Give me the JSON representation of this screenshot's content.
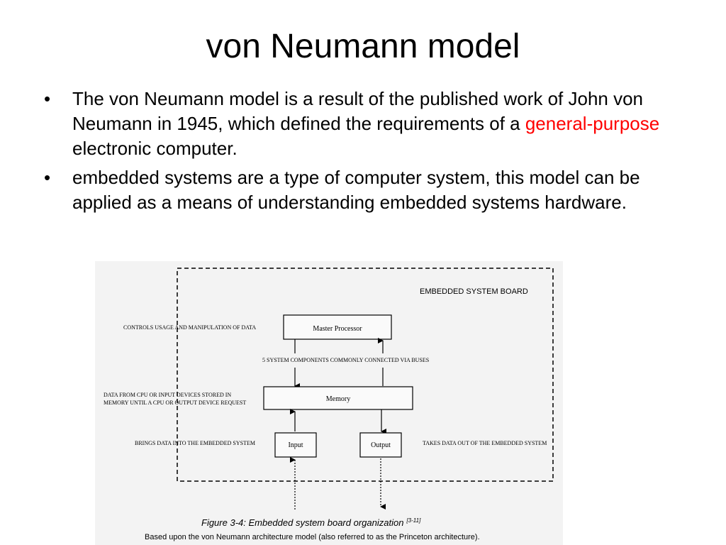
{
  "slide": {
    "title": "von Neumann model",
    "bullets": [
      {
        "before": " The von Neumann model is a result of the published work of John von Neumann in 1945, which defined the requirements of a ",
        "highlight": "general-purpose",
        "after": " electronic computer."
      },
      {
        "before": "embedded systems are a type of computer system, this model can be applied as a means of understanding embedded systems hardware.",
        "highlight": "",
        "after": ""
      }
    ],
    "bullet_glyph": "•",
    "accent_color": "#ff0000"
  },
  "figure": {
    "board_label": "EMBEDDED SYSTEM BOARD",
    "blocks": {
      "master_processor": "Master Processor",
      "memory": "Memory",
      "input": "Input",
      "output": "Output"
    },
    "annotations": {
      "processor": "CONTROLS USAGE AND MANIPULATION OF DATA",
      "buses": "5 SYSTEM COMPONENTS COMMONLY CONNECTED VIA BUSES",
      "memory_line1": "DATA FROM CPU OR INPUT DEVICES STORED IN",
      "memory_line2": "MEMORY UNTIL A CPU OR OUTPUT DEVICE REQUEST",
      "input": "BRINGS DATA INTO THE EMBEDDED SYSTEM",
      "output": "TAKES DATA OUT OF THE EMBEDDED SYSTEM"
    },
    "caption": "Figure 3-4: Embedded system board organization",
    "caption_ref": "[3-11]",
    "subcaption": "Based upon the von Neumann architecture model (also referred to as the Princeton architecture)."
  }
}
